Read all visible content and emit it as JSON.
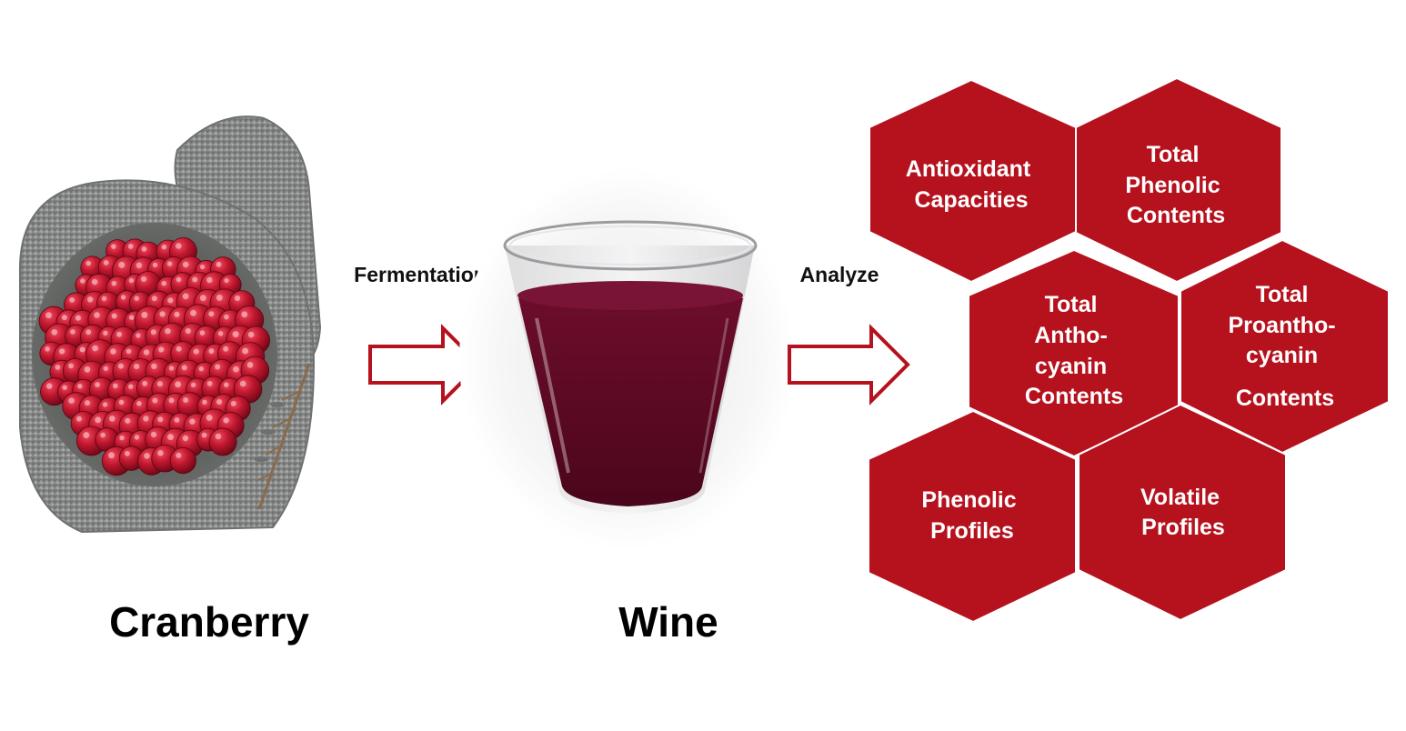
{
  "labels": {
    "fermentation": "Fermentation",
    "analyze": "Analyze",
    "cranberry": "Cranberry",
    "wine": "Wine"
  },
  "hexagons": {
    "antioxidant": [
      "Antioxidant",
      "Capacities"
    ],
    "phenolic_contents": [
      "Total",
      "Phenolic",
      "Contents"
    ],
    "anthocyanin": [
      "Total",
      "Antho-",
      "cyanin",
      "Contents"
    ],
    "proanthocyanin": [
      "Total",
      "Proantho-",
      "cyanin",
      "Contents"
    ],
    "phenolic_profiles": [
      "Phenolic",
      "Profiles"
    ],
    "volatile_profiles": [
      "Volatile",
      "Profiles"
    ]
  },
  "colors": {
    "hex_fill": "#b5121e",
    "arrow_stroke": "#b5121e",
    "berry": "#b3122a",
    "wine": "#5e0a25",
    "stone": "#8f9290"
  },
  "icons": {
    "cranberry_image": "mortar-with-cranberries-picture",
    "wine_image": "glass-of-wine-picture",
    "arrow": "outline-right-arrow"
  }
}
